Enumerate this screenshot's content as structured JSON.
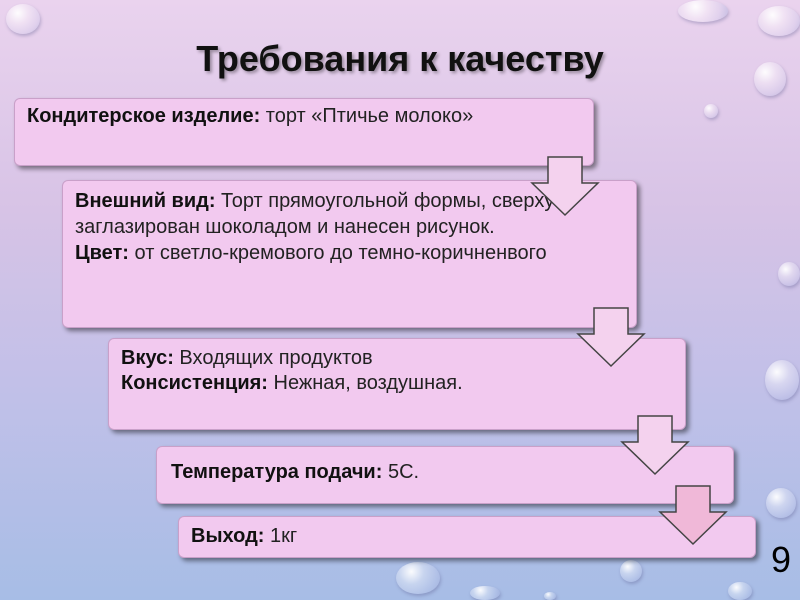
{
  "title": "Требования к качеству",
  "steps": [
    {
      "label": "Кондитерское изделие:",
      "text": " торт «Птичье молоко»"
    },
    {
      "label": "Внешний вид:",
      "text": " Торт прямоугольной формы, сверху заглазирован шоколадом и нанесен рисунок.",
      "label2": "Цвет:",
      "text2": " от светло-кремового до темно-коричненвого"
    },
    {
      "label": "Вкус:",
      "text": " Входящих  продуктов",
      "label2": "Консистенция:",
      "text2": " Нежная, воздушная."
    },
    {
      "label": "Температура подачи:",
      "text": " 5С."
    },
    {
      "label": "Выход:",
      "text": " 1кг"
    }
  ],
  "page_number": "9",
  "colors": {
    "box_fill": "#f2c9ef",
    "arrow_fill": "#f4d2ee",
    "arrow_last_fill": "#f0b8d8"
  },
  "icons": [
    "down-arrow-icon"
  ]
}
